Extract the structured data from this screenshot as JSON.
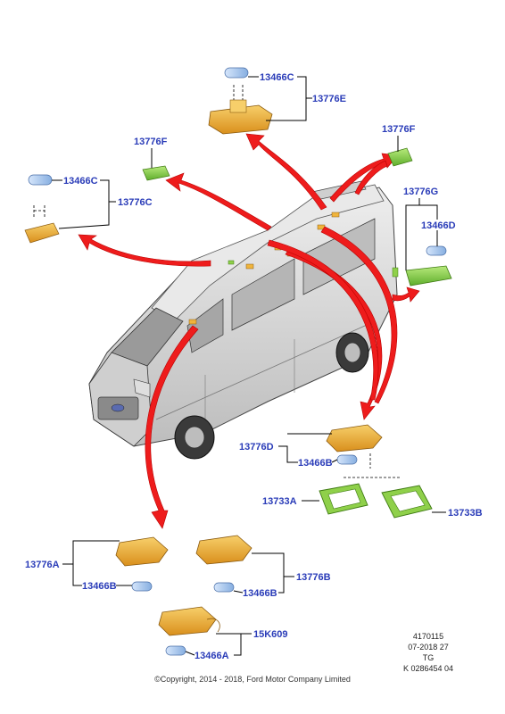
{
  "parts": {
    "p13466C_top": "13466C",
    "p13776E": "13776E",
    "p13776F_left": "13776F",
    "p13776F_right": "13776F",
    "p13466C_left": "13466C",
    "p13776C": "13776C",
    "p13776G": "13776G",
    "p13466D": "13466D",
    "p13776D": "13776D",
    "p13466B_mid": "13466B",
    "p13733A": "13733A",
    "p13733B": "13733B",
    "p13776A": "13776A",
    "p13466B_left": "13466B",
    "p13776B": "13776B",
    "p13466B_right": "13466B",
    "p15K609": "15K609",
    "p13466A": "13466A"
  },
  "reference": {
    "line1": "4170115",
    "line2": "07-2018 27",
    "line3": "TG",
    "line4": "K 0286454 04"
  },
  "copyright": "©Copyright, 2014 - 2018, Ford Motor Company Limited",
  "colors": {
    "label": "#2a3cb8",
    "arrow": "#ee1c1c",
    "lamp_amber": "#f0b43c",
    "lamp_green": "#8fd04a",
    "bulb_blue": "#a9c8ee",
    "van_grey": "#d8d8d8"
  }
}
